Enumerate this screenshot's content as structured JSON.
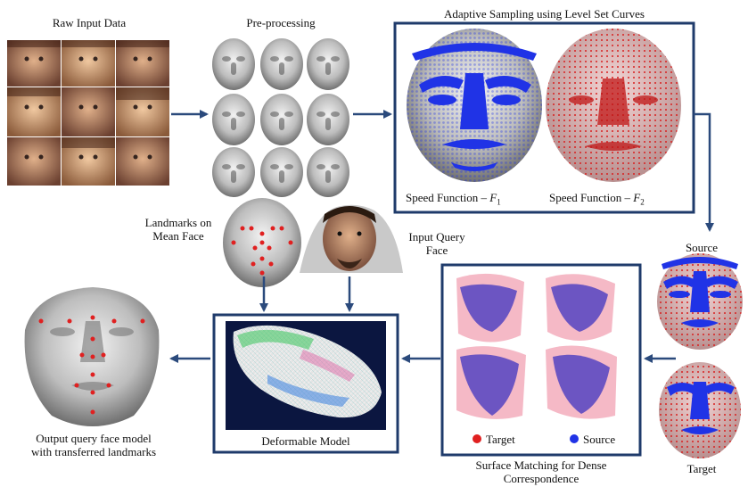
{
  "labels": {
    "raw_input": "Raw Input Data",
    "preprocessing": "Pre-processing",
    "adaptive_sampling": "Adaptive Sampling using Level Set Curves",
    "speed_f1": "Speed Function –",
    "speed_f2": "Speed Function –",
    "f1_symbol": "F",
    "f1_sub": "1",
    "f2_symbol": "F",
    "f2_sub": "2",
    "landmarks_mean_face_l1": "Landmarks on",
    "landmarks_mean_face_l2": "Mean Face",
    "input_query_l1": "Input Query",
    "input_query_l2": "Face",
    "source": "Source",
    "target": "Target",
    "deformable_model": "Deformable Model",
    "legend_target": "Target",
    "legend_source": "Source",
    "surface_matching_l1": "Surface Matching for Dense",
    "surface_matching_l2": "Correspondence",
    "output_l1": "Output query face model",
    "output_l2": "with transferred landmarks"
  },
  "colors": {
    "arrow": "#2b4a7c",
    "box_border": "#1f3b6b",
    "source_blue": "#2033e6",
    "target_red": "#e02020",
    "dark_bg": "#0b1640"
  }
}
